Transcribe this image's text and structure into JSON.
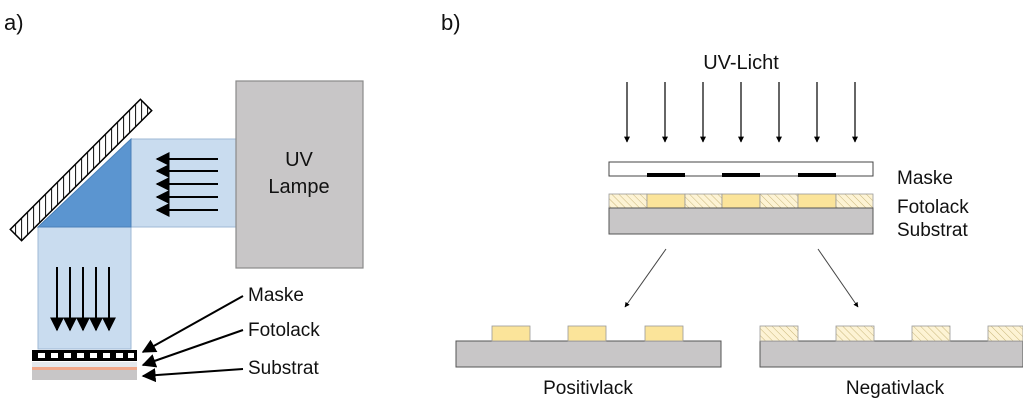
{
  "panel_a": {
    "label": "a)",
    "lamp": {
      "line1": "UV",
      "line2": "Lampe"
    },
    "labels": {
      "mask": "Maske",
      "resist": "Fotolack",
      "substrate": "Substrat"
    }
  },
  "panel_b": {
    "label": "b)",
    "uv_light": "UV-Licht",
    "labels": {
      "mask": "Maske",
      "resist": "Fotolack",
      "substrate": "Substrat"
    },
    "results": {
      "positive": "Positivlack",
      "negative": "Negativlack"
    }
  },
  "colors": {
    "beam_light": "#c9dcef",
    "beam_dark": "#5b95d0",
    "lamp": "#c8c6c7",
    "substrate": "#c8c6c7",
    "resist": "#fbe49a",
    "resist_hatched": "#fdf3d4",
    "mask_opaque": "#000000"
  }
}
